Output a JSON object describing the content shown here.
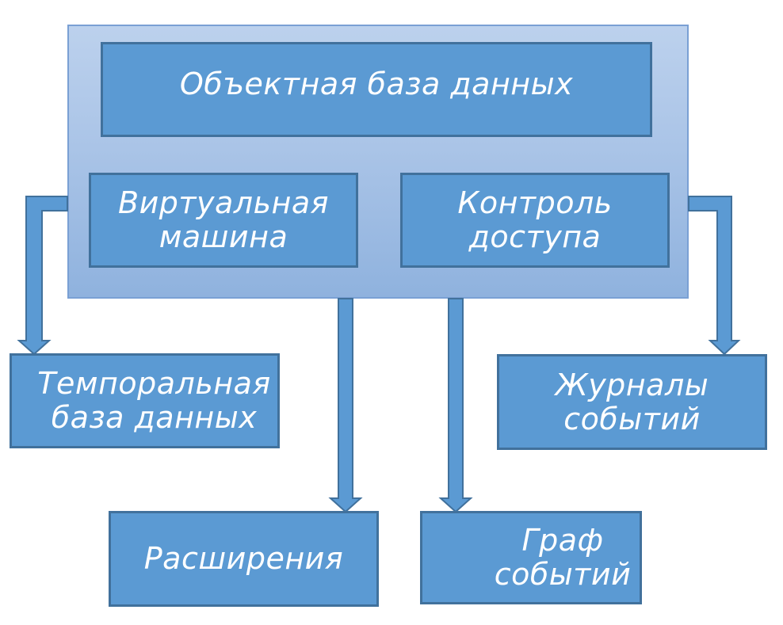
{
  "diagram": {
    "nodes": {
      "object_database": {
        "label": "Объектная база данных"
      },
      "virtual_machine": {
        "label": "Виртуальная\nмашина"
      },
      "access_control": {
        "label": "Контроль\nдоступа"
      },
      "temporal_database": {
        "label": "Темпоральная\nбаза данных"
      },
      "event_logs": {
        "label": "Журналы\nсобытий"
      },
      "extensions": {
        "label": "Расширения"
      },
      "event_graph": {
        "label": "Граф\nсобытий"
      }
    },
    "edges": [
      {
        "from": "virtual_machine",
        "to": "temporal_database"
      },
      {
        "from": "virtual_machine",
        "to": "extensions"
      },
      {
        "from": "access_control",
        "to": "event_graph"
      },
      {
        "from": "access_control",
        "to": "event_logs"
      }
    ],
    "colors": {
      "node_fill": "#5b9ad3",
      "node_border": "#41719c",
      "container_fill_top": "#bcd1ed",
      "container_fill_bottom": "#8fb2de",
      "container_border": "#7aa0d4",
      "arrow_fill": "#5b9ad3",
      "arrow_border": "#41719c",
      "label_color": "#ffffff"
    }
  }
}
